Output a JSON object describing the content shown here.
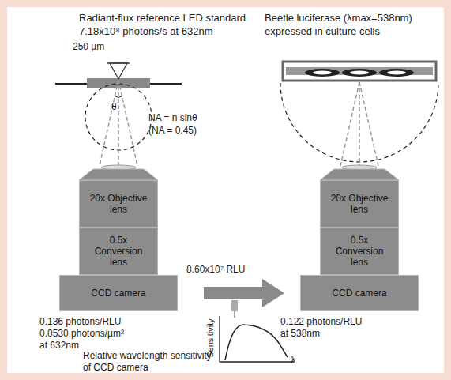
{
  "diagram": {
    "nodes": [
      {
        "text": [
          "20x Objective lens"
        ]
      },
      {
        "text": [
          "0.5x Conversion lens"
        ]
      },
      {
        "text": [
          "CCD camera"
        ]
      },
      {
        "text": [
          "20x Objective lens"
        ]
      },
      {
        "text": [
          "0.5x Conversion lens"
        ]
      },
      {
        "text": [
          "CCD camera"
        ]
      }
    ],
    "labels": [
      "Radiant-flux reference LED standard",
      "7.18x10⁸ photons/s at 632nm",
      "250 µm",
      "θ",
      "NA = n sinθ",
      "(NA = 0.45)",
      "8.60x10⁷ RLU",
      "0.136 photons/RLU",
      "0.0530 photons/µm²",
      "at 632nm",
      "Beetle luciferase (λmax=538nm)",
      "expressed in culture cells",
      "0.122 photons/RLU",
      "at 538nm",
      "Relative wavelength sensitivity",
      "of CCD camera",
      "Sensitivity",
      "λ"
    ]
  }
}
